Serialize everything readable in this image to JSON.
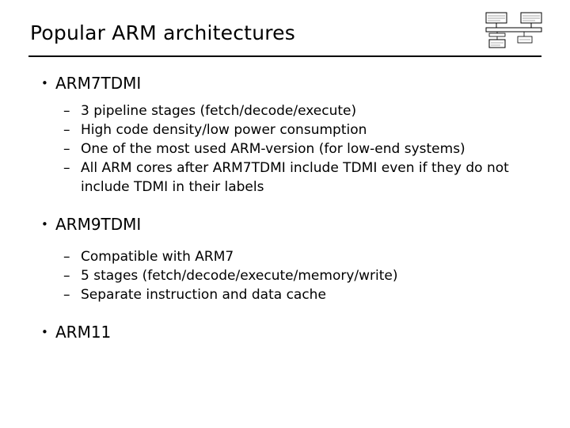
{
  "slide": {
    "title": "Popular ARM architectures",
    "logo_name": "block-diagram-logo",
    "sections": [
      {
        "heading": "ARM7TDMI",
        "bullet_glyph": "•",
        "items": [
          "3 pipeline stages (fetch/decode/execute)",
          "High code density/low power consumption",
          "One of the most used ARM-version (for low-end systems)",
          "All ARM cores after ARM7TDMI include TDMI even if they do not include TDMI in their labels"
        ],
        "dash_glyph": "–"
      },
      {
        "heading": "ARM9TDMI",
        "bullet_glyph": "•",
        "items": [
          "Compatible with ARM7",
          "5 stages (fetch/decode/execute/memory/write)",
          "Separate instruction and data cache"
        ],
        "dash_glyph": "–"
      },
      {
        "heading": "ARM11",
        "bullet_glyph": "•",
        "items": [],
        "dash_glyph": "–"
      }
    ]
  }
}
